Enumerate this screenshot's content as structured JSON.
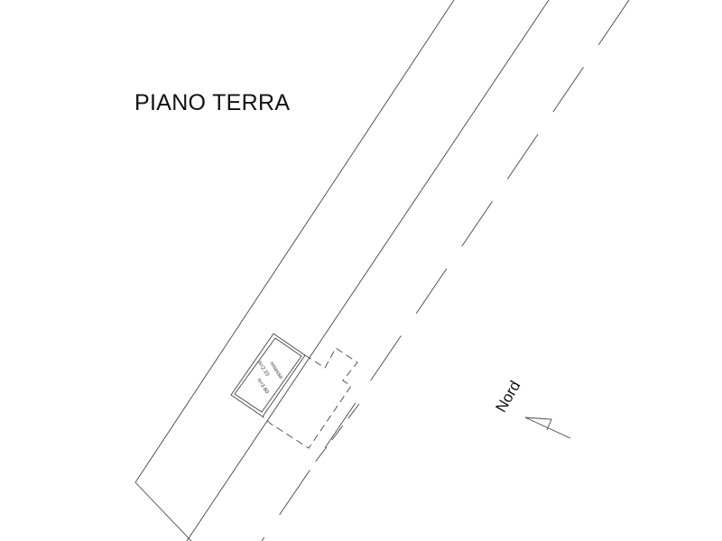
{
  "title": "PIANO TERRA",
  "north_label": "Nord",
  "room": {
    "name": "rimessa",
    "height_1": "h=2.10",
    "height_2": "h=3.60"
  },
  "colors": {
    "line": "#444444",
    "background": "#ffffff"
  }
}
